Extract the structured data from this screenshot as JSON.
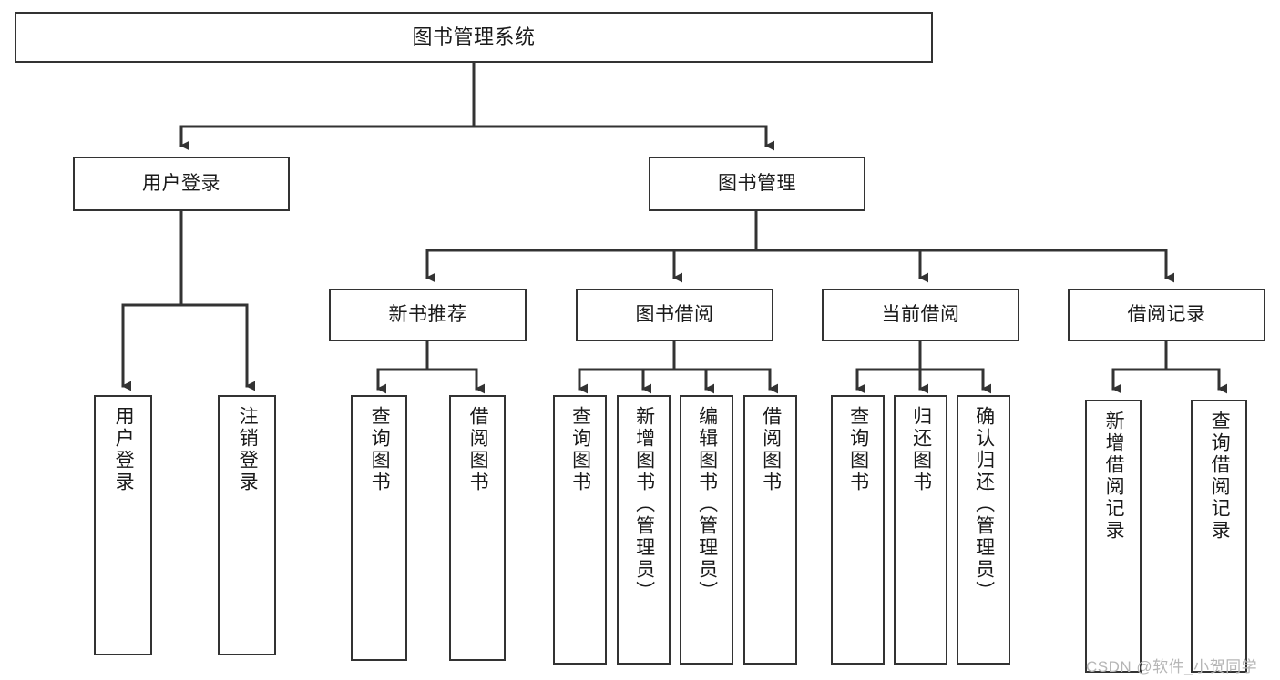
{
  "diagram": {
    "title": "图书管理系统",
    "type": "function-structure-tree",
    "style": {
      "background": "#ffffff",
      "box_border": "#333333",
      "box_fill": "#ffffff",
      "text_color": "#1a1a1a",
      "connector": "#333333",
      "watermark_color": "#b6b6b6"
    },
    "watermark": "CSDN @软件_小贺同学",
    "levels": {
      "root": {
        "label": "图书管理系统"
      },
      "level2": [
        {
          "id": "user-login",
          "label": "用户登录"
        },
        {
          "id": "book-manage",
          "label": "图书管理"
        }
      ],
      "level3": [
        {
          "id": "new-book-rec",
          "label": "新书推荐"
        },
        {
          "id": "book-borrow",
          "label": "图书借阅"
        },
        {
          "id": "current-borrow",
          "label": "当前借阅"
        },
        {
          "id": "borrow-record",
          "label": "借阅记录"
        }
      ],
      "leaves": {
        "user_login": [
          {
            "id": "leaf-user-login",
            "label": "用户登录"
          },
          {
            "id": "leaf-logout",
            "label": "注销登录"
          }
        ],
        "new_book_rec": [
          {
            "id": "leaf-query-book-1",
            "label": "查询图书"
          },
          {
            "id": "leaf-borrow-book-1",
            "label": "借阅图书"
          }
        ],
        "book_borrow": [
          {
            "id": "leaf-query-book-2",
            "label": "查询图书"
          },
          {
            "id": "leaf-add-book",
            "label": "新增图书（管理员）"
          },
          {
            "id": "leaf-edit-book",
            "label": "编辑图书（管理员）"
          },
          {
            "id": "leaf-borrow-book-2",
            "label": "借阅图书"
          }
        ],
        "current_borrow": [
          {
            "id": "leaf-query-book-3",
            "label": "查询图书"
          },
          {
            "id": "leaf-return-book",
            "label": "归还图书"
          },
          {
            "id": "leaf-confirm-return",
            "label": "确认归还（管理员）"
          }
        ],
        "borrow_record": [
          {
            "id": "leaf-add-record",
            "label": "新增借阅记录"
          },
          {
            "id": "leaf-query-record",
            "label": "查询借阅记录"
          }
        ]
      }
    }
  }
}
